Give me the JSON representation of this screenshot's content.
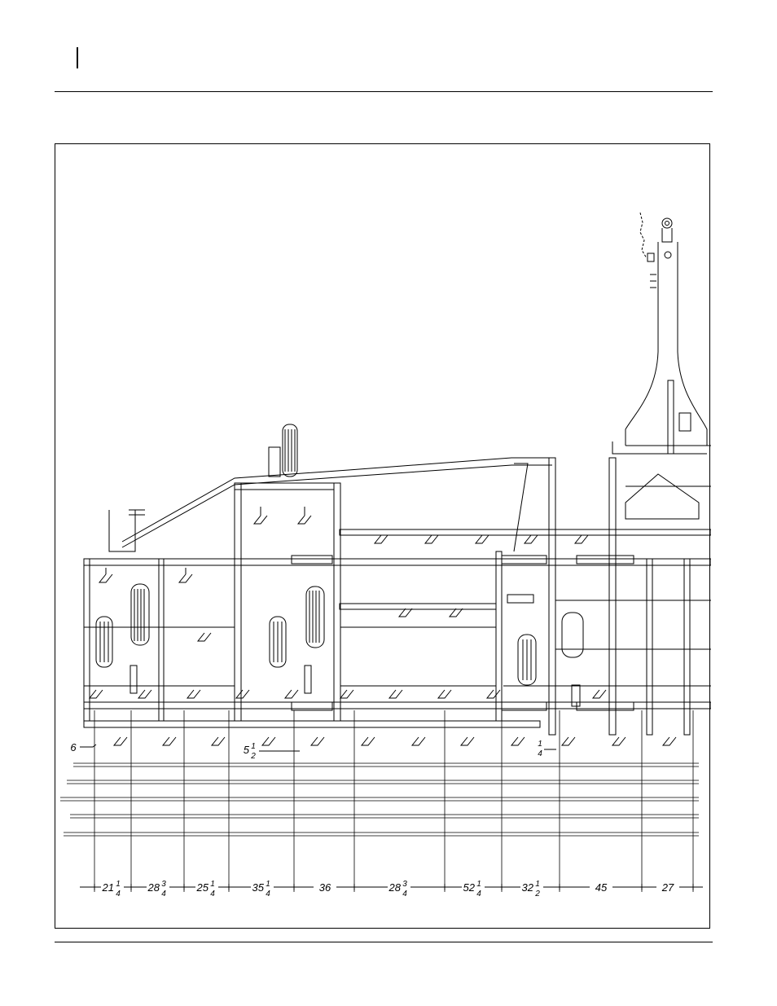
{
  "drawing": {
    "callouts": [
      {
        "whole": "6",
        "num": "",
        "den": ""
      },
      {
        "whole": "5",
        "num": "1",
        "den": "2"
      },
      {
        "whole": "",
        "num": "1",
        "den": "4"
      }
    ],
    "dimensions": [
      {
        "whole": "21",
        "num": "1",
        "den": "4"
      },
      {
        "whole": "28",
        "num": "3",
        "den": "4"
      },
      {
        "whole": "25",
        "num": "1",
        "den": "4"
      },
      {
        "whole": "35",
        "num": "1",
        "den": "4"
      },
      {
        "whole": "36",
        "num": "",
        "den": ""
      },
      {
        "whole": "28",
        "num": "3",
        "den": "4"
      },
      {
        "whole": "52",
        "num": "1",
        "den": "4"
      },
      {
        "whole": "32",
        "num": "1",
        "den": "2"
      },
      {
        "whole": "45",
        "num": "",
        "den": ""
      },
      {
        "whole": "27",
        "num": "",
        "den": ""
      }
    ]
  }
}
